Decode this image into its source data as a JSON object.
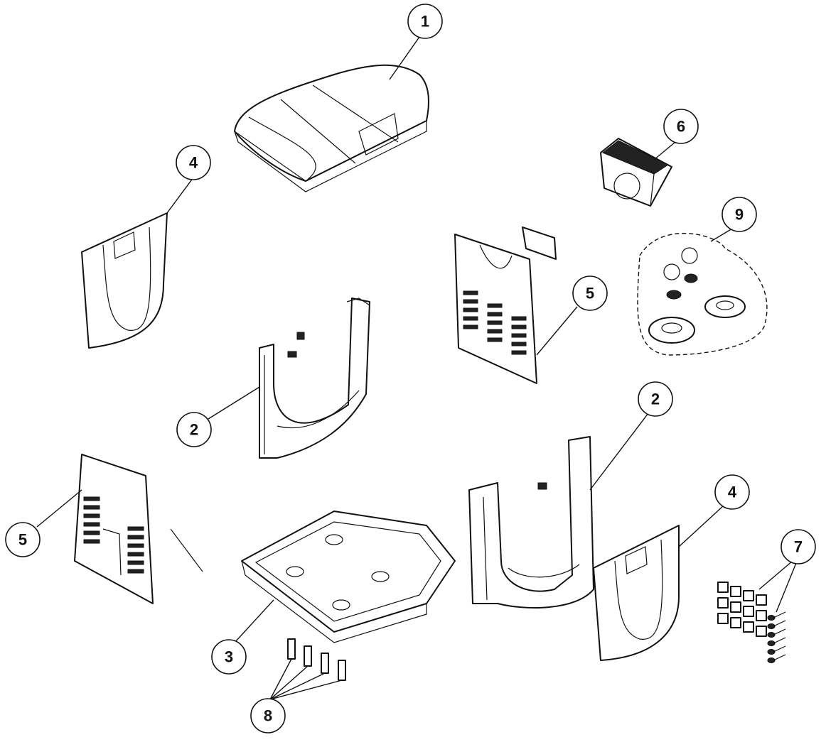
{
  "labels": {
    "top_cover": "1",
    "side_frame_left": "2",
    "side_frame_right": "2",
    "base": "3",
    "side_panel_left": "4",
    "side_panel_right": "4",
    "vent_panel_front": "5",
    "vent_panel_rear": "5",
    "filter_box": "6",
    "fastener_kit": "7",
    "feet": "8",
    "grommet_kit": "9"
  },
  "colors": {
    "line": "#111111",
    "background": "#ffffff"
  }
}
